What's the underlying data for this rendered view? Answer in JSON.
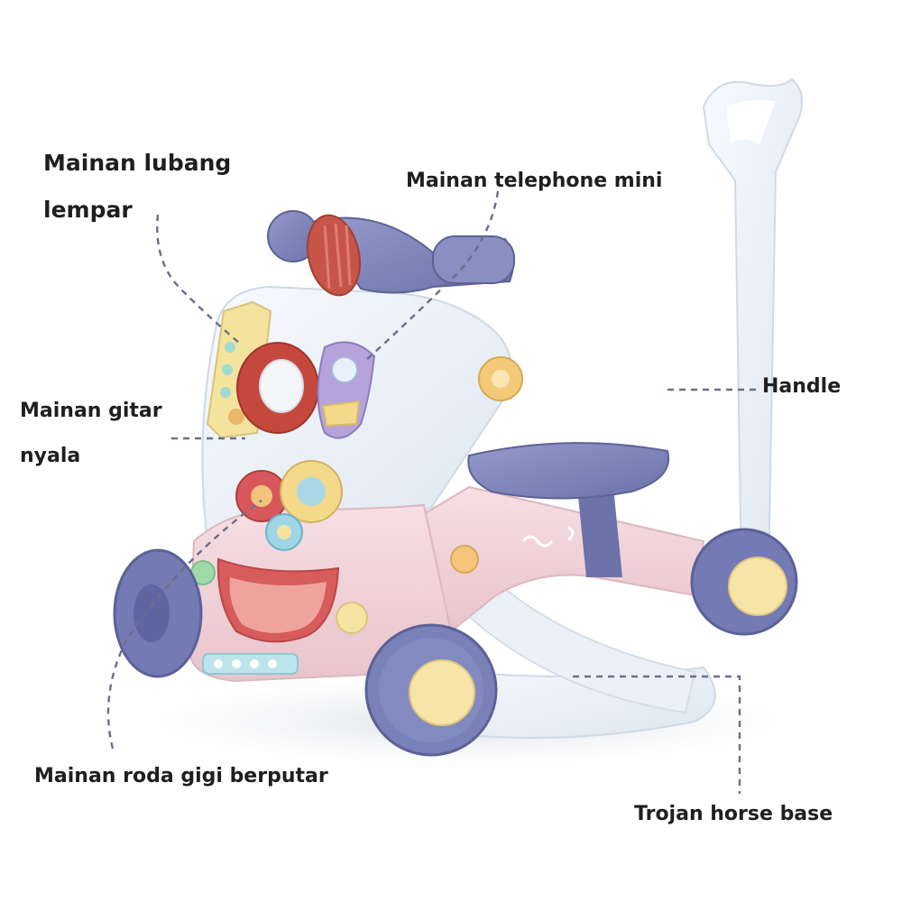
{
  "labels": {
    "lubang_line1": "Mainan lubang",
    "lubang_line2": "lempar",
    "telephone": "Mainan telephone mini",
    "handle": "Handle",
    "gitar_line1": "Mainan gitar",
    "gitar_line2": "nyala",
    "roda": "Mainan roda gigi berputar",
    "trojan": "Trojan horse base"
  },
  "colors": {
    "body_white": "#eef3f9",
    "pink": "#f3d6dc",
    "purple": "#7d82b8",
    "red": "#c9584c",
    "yellow": "#f6e2a0",
    "leader": "#6a6f8a"
  }
}
